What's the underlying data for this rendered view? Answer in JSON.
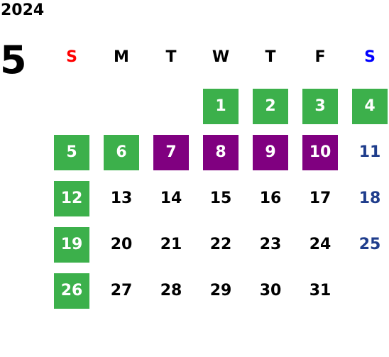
{
  "year": "2024",
  "month": "5",
  "weekday_headers": [
    {
      "label": "S",
      "color": "#ff0000"
    },
    {
      "label": "M",
      "color": "#000000"
    },
    {
      "label": "T",
      "color": "#000000"
    },
    {
      "label": "W",
      "color": "#000000"
    },
    {
      "label": "T",
      "color": "#000000"
    },
    {
      "label": "F",
      "color": "#000000"
    },
    {
      "label": "S",
      "color": "#0000ff"
    }
  ],
  "colors": {
    "green": "#3cb04b",
    "purple": "#800080",
    "saturday_text": "#1f3d8c",
    "default_text": "#000000"
  },
  "days": [
    {
      "day": "1",
      "highlight": "green"
    },
    {
      "day": "2",
      "highlight": "green"
    },
    {
      "day": "3",
      "highlight": "green"
    },
    {
      "day": "4",
      "highlight": "green"
    },
    {
      "day": "5",
      "highlight": "green"
    },
    {
      "day": "6",
      "highlight": "green"
    },
    {
      "day": "7",
      "highlight": "purple"
    },
    {
      "day": "8",
      "highlight": "purple"
    },
    {
      "day": "9",
      "highlight": "purple"
    },
    {
      "day": "10",
      "highlight": "purple"
    },
    {
      "day": "11",
      "highlight": "none"
    },
    {
      "day": "12",
      "highlight": "green"
    },
    {
      "day": "13",
      "highlight": "none"
    },
    {
      "day": "14",
      "highlight": "none"
    },
    {
      "day": "15",
      "highlight": "none"
    },
    {
      "day": "16",
      "highlight": "none"
    },
    {
      "day": "17",
      "highlight": "none"
    },
    {
      "day": "18",
      "highlight": "none"
    },
    {
      "day": "19",
      "highlight": "green"
    },
    {
      "day": "20",
      "highlight": "none"
    },
    {
      "day": "21",
      "highlight": "none"
    },
    {
      "day": "22",
      "highlight": "none"
    },
    {
      "day": "23",
      "highlight": "none"
    },
    {
      "day": "24",
      "highlight": "none"
    },
    {
      "day": "25",
      "highlight": "none"
    },
    {
      "day": "26",
      "highlight": "green"
    },
    {
      "day": "27",
      "highlight": "none"
    },
    {
      "day": "28",
      "highlight": "none"
    },
    {
      "day": "29",
      "highlight": "none"
    },
    {
      "day": "30",
      "highlight": "none"
    },
    {
      "day": "31",
      "highlight": "none"
    }
  ]
}
